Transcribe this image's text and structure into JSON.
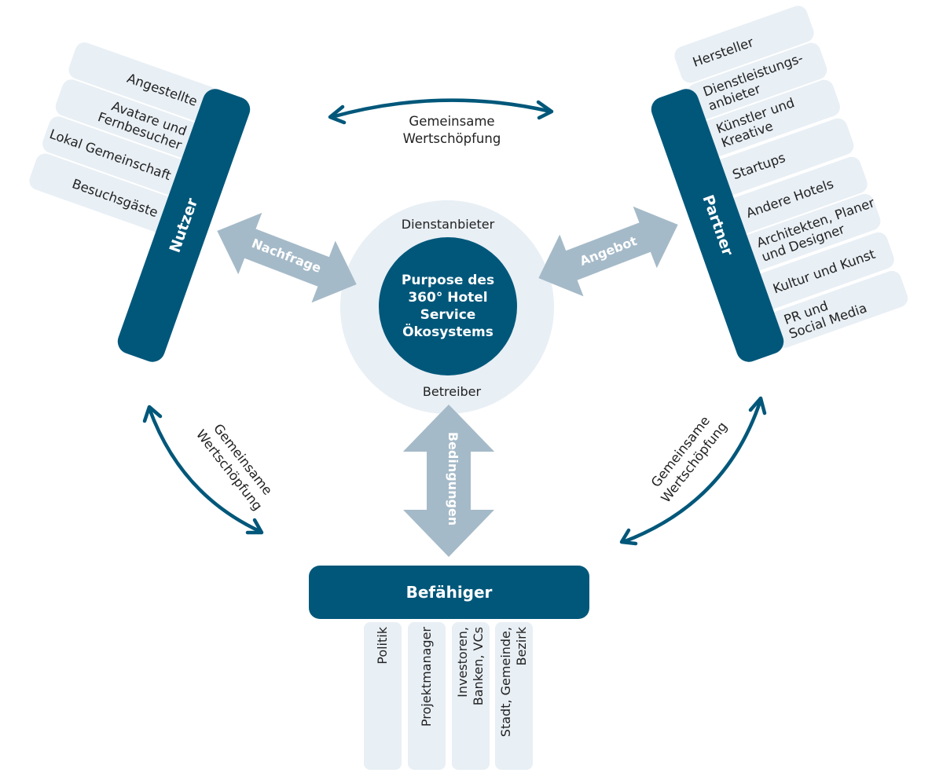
{
  "colors": {
    "primary": "#00577a",
    "light_fill": "#e8eff5",
    "arrow_fill": "#a5bac8",
    "text": "#222222"
  },
  "center": {
    "title_lines": [
      "Purpose des",
      "360° Hotel",
      "Service",
      "Ökosystems"
    ],
    "top_label": "Dienstanbieter",
    "bottom_label": "Betreiber"
  },
  "nutzer": {
    "label": "Nutzer",
    "items": [
      {
        "lines": [
          "Angestellte"
        ]
      },
      {
        "lines": [
          "Avatare und",
          "Fernbesucher"
        ]
      },
      {
        "lines": [
          "Lokal Gemeinschaft"
        ]
      },
      {
        "lines": [
          "Besuchsgäste"
        ]
      }
    ]
  },
  "partner": {
    "label": "Partner",
    "items": [
      {
        "lines": [
          "Hersteller"
        ]
      },
      {
        "lines": [
          "Dienstleistungs-",
          "anbieter"
        ]
      },
      {
        "lines": [
          "Künstler und",
          "Kreative"
        ]
      },
      {
        "lines": [
          "Startups"
        ]
      },
      {
        "lines": [
          "Andere Hotels"
        ]
      },
      {
        "lines": [
          "Architekten, Planer",
          "und Designer"
        ]
      },
      {
        "lines": [
          "Kultur und Kunst"
        ]
      },
      {
        "lines": [
          "PR und",
          "Social Media"
        ]
      }
    ]
  },
  "befaehiger": {
    "label": "Befähiger",
    "items": [
      {
        "lines": [
          "Politik"
        ]
      },
      {
        "lines": [
          "Projektmanager"
        ]
      },
      {
        "lines": [
          "Investoren,",
          "Banken, VCs"
        ]
      },
      {
        "lines": [
          "Stadt, Gemeinde,",
          "Bezirk"
        ]
      }
    ]
  },
  "flows": {
    "nachfrage": "Nachfrage",
    "angebot": "Angebot",
    "bedingungen": "Bedingungen"
  },
  "co_creation": {
    "top": [
      "Gemeinsame",
      "Wertschöpfung"
    ],
    "left": [
      "Gemeinsame",
      "Wertschöpfung"
    ],
    "right": [
      "Gemeinsame",
      "Wertschöpfung"
    ]
  }
}
